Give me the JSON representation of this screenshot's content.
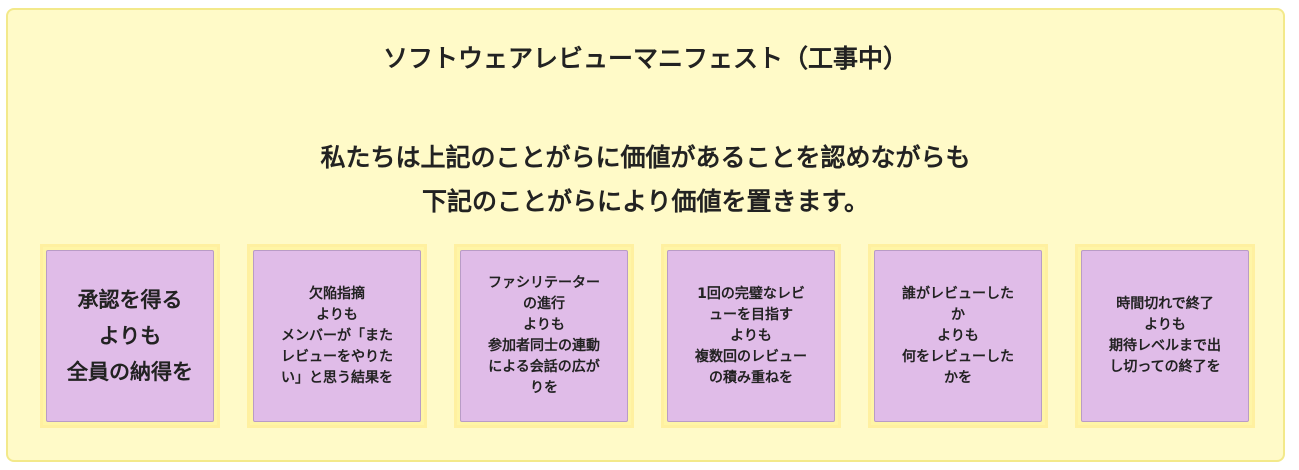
{
  "diagram": {
    "title": "ソフトウェアレビューマニフェスト（工事中）",
    "statement_lines": [
      "私たちは上記のことがらに価値があることを認めながらも",
      "下記のことがらにより価値を置きます。"
    ],
    "cards": [
      {
        "lines": [
          "承認を得る",
          "よりも",
          "全員の納得を"
        ]
      },
      {
        "lines": [
          "欠陥指摘",
          "よりも",
          "メンバーが「また",
          "レビューをやりた",
          "い」と思う結果を"
        ]
      },
      {
        "lines": [
          "ファシリテーター",
          "の進行",
          "よりも",
          "参加者同士の連動",
          "による会話の広が",
          "りを"
        ]
      },
      {
        "lines": [
          "1回の完璧なレビ",
          "ューを目指す",
          "よりも",
          "複数回のレビュー",
          "の積み重ねを"
        ]
      },
      {
        "lines": [
          "誰がレビューした",
          "か",
          "よりも",
          "何をレビューした",
          "かを"
        ]
      },
      {
        "lines": [
          "時間切れで終了",
          "よりも",
          "期待レベルまで出",
          "し切っての終了を"
        ]
      }
    ],
    "colors": {
      "panel_background": "#fffac8",
      "panel_border": "#f3e98a",
      "card_background": "#e0bce8",
      "card_border": "#b99cc6"
    }
  }
}
